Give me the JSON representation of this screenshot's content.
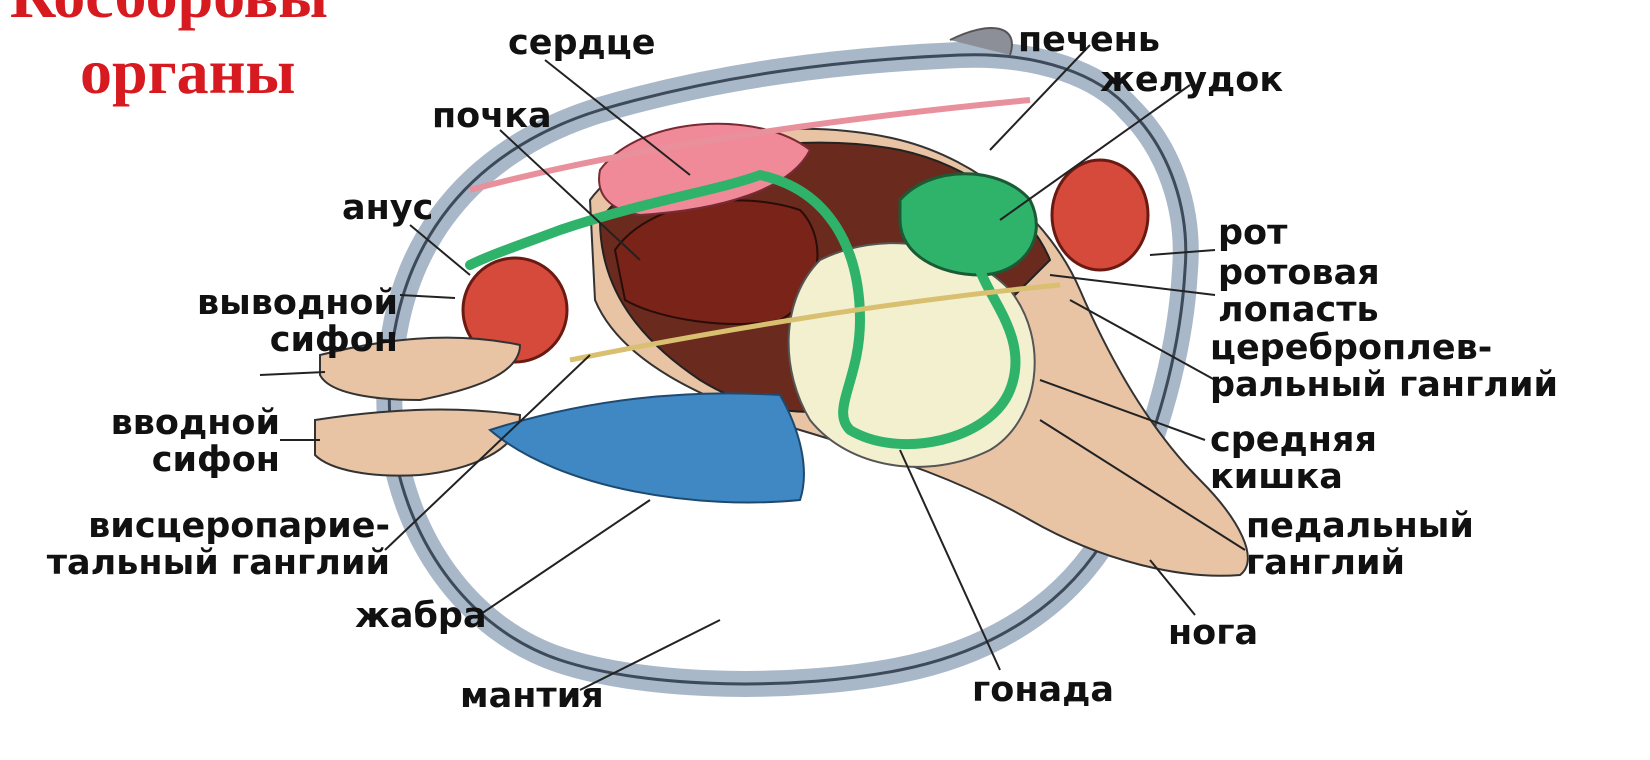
{
  "title": {
    "line1": "Косборовы",
    "line2": "органы",
    "color": "#d71920"
  },
  "labels": {
    "heart": "сердце",
    "liver": "печень",
    "stomach": "желудок",
    "kidney": "почка",
    "anus": "анус",
    "mouth": "рот",
    "oral_lobe": "ротовая\nлопасть",
    "excurrent_siphon": "выводной\nсифон",
    "cerebropleural_ganglion": "цереброплев-\nральный ганглий",
    "incurrent_siphon": "вводной\nсифон",
    "midgut": "средняя\nкишка",
    "visceroparietal_ganglion": "висцеропарие-\nтальный ганглий",
    "pedal_ganglion": "педальный\nганглий",
    "gill": "жабра",
    "foot": "нога",
    "mantle": "мантия",
    "gonad": "гонада"
  },
  "colors": {
    "shell": "#a9b8c9",
    "heart": "#f08a98",
    "liver": "#6b2a1e",
    "kidney": "#7a2318",
    "gut": "#2fb36a",
    "gonad": "#f3f0cf",
    "gill": "#3f88c4",
    "foot": "#e8c3a4",
    "muscle": "#d64a3c",
    "nerve": "#d8c070"
  },
  "icons": [
    "clam-anatomy-illustration"
  ]
}
